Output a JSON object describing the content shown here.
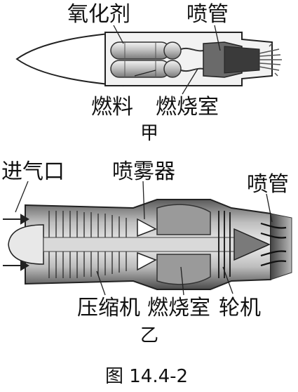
{
  "rocket": {
    "sublabel": "甲",
    "labels": {
      "oxidizer": "氧化剂",
      "fuel": "燃料",
      "combustion_chamber": "燃烧室",
      "nozzle": "喷管"
    }
  },
  "jet_engine": {
    "sublabel": "乙",
    "labels": {
      "air_inlet": "进气口",
      "fuel_injector": "喷雾器",
      "nozzle": "喷管",
      "compressor": "压缩机",
      "combustion_chamber": "燃烧室",
      "turbine": "轮机"
    }
  },
  "caption": "图 14.4-2"
}
